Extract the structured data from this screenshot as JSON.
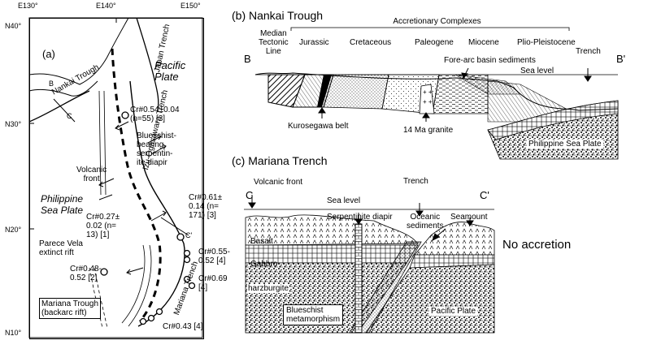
{
  "map": {
    "panel_label": "(a)",
    "lon_labels": [
      "E130°",
      "E140°",
      "E150°"
    ],
    "lat_labels": [
      "N40°",
      "N30°",
      "N20°",
      "N10°"
    ],
    "plates": [
      "Pacific\nPlate",
      "Philippine\nSea Plate"
    ],
    "features": {
      "nankai_trough": "Nankai Trough",
      "japan_trench": "Japan Trench",
      "izu_ogasawara_trench": "Izu-Ogasawara Trench",
      "mariana_trench": "Mariana Trench",
      "volcanic_front": "Volcanic\nfront",
      "parece_vela": "Parece Vela\nextinct rift",
      "mariana_trough": "Mariana Trough\n(backarc rift)",
      "blueschist": "Blueschist-\nbearing\nserpentin-\nite diapir",
      "b": "B",
      "c": "C",
      "c_prime": "C'"
    },
    "annotations": [
      "Cr#0.54±0.04\n(n=55) [3]",
      "Cr#0.61±\n0.14 (n=\n171) [3]",
      "Cr#0.27±\n0.02 (n=\n13) [1]",
      "Cr#0.48-\n0.52 [2]",
      "Cr#0.55-\n0.52 [4]",
      "Cr#0.69\n[4]",
      "Cr#0.43 [4]"
    ]
  },
  "nankai": {
    "title": "(b)  Nankai Trough",
    "accretionary": "Accretionary Complexes",
    "median_tectonic": "Median\nTectonic\nLine",
    "ages": [
      "Jurassic",
      "Cretaceous",
      "Paleogene",
      "Miocene",
      "Plio-Pleistocene"
    ],
    "trench": "Trench",
    "b": "B",
    "b_prime": "B'",
    "fore_arc": "Fore-arc basin sediments",
    "sea_level": "Sea level",
    "kurosegawa": "Kurosegawa belt",
    "granite": "14 Ma granite",
    "philippine_plate": "Philippine Sea Plate"
  },
  "mariana": {
    "title": "(c)  Mariana Trench",
    "volcanic_front": "Volcanic front",
    "trench": "Trench",
    "c": "C",
    "c_prime": "C'",
    "sea_level": "Sea level",
    "serpentinite": "Serpentinite diapir",
    "oceanic_sediments": "Oceanic\nsediments",
    "seamount": "Seamount",
    "basalt": "Basalt",
    "gabbro": "Gabbro",
    "harzburgite": "harzburgite",
    "blueschist": "Blueschist\nmetamorphism",
    "pacific_plate": "Pacific Plate",
    "no_accretion": "No accretion"
  }
}
